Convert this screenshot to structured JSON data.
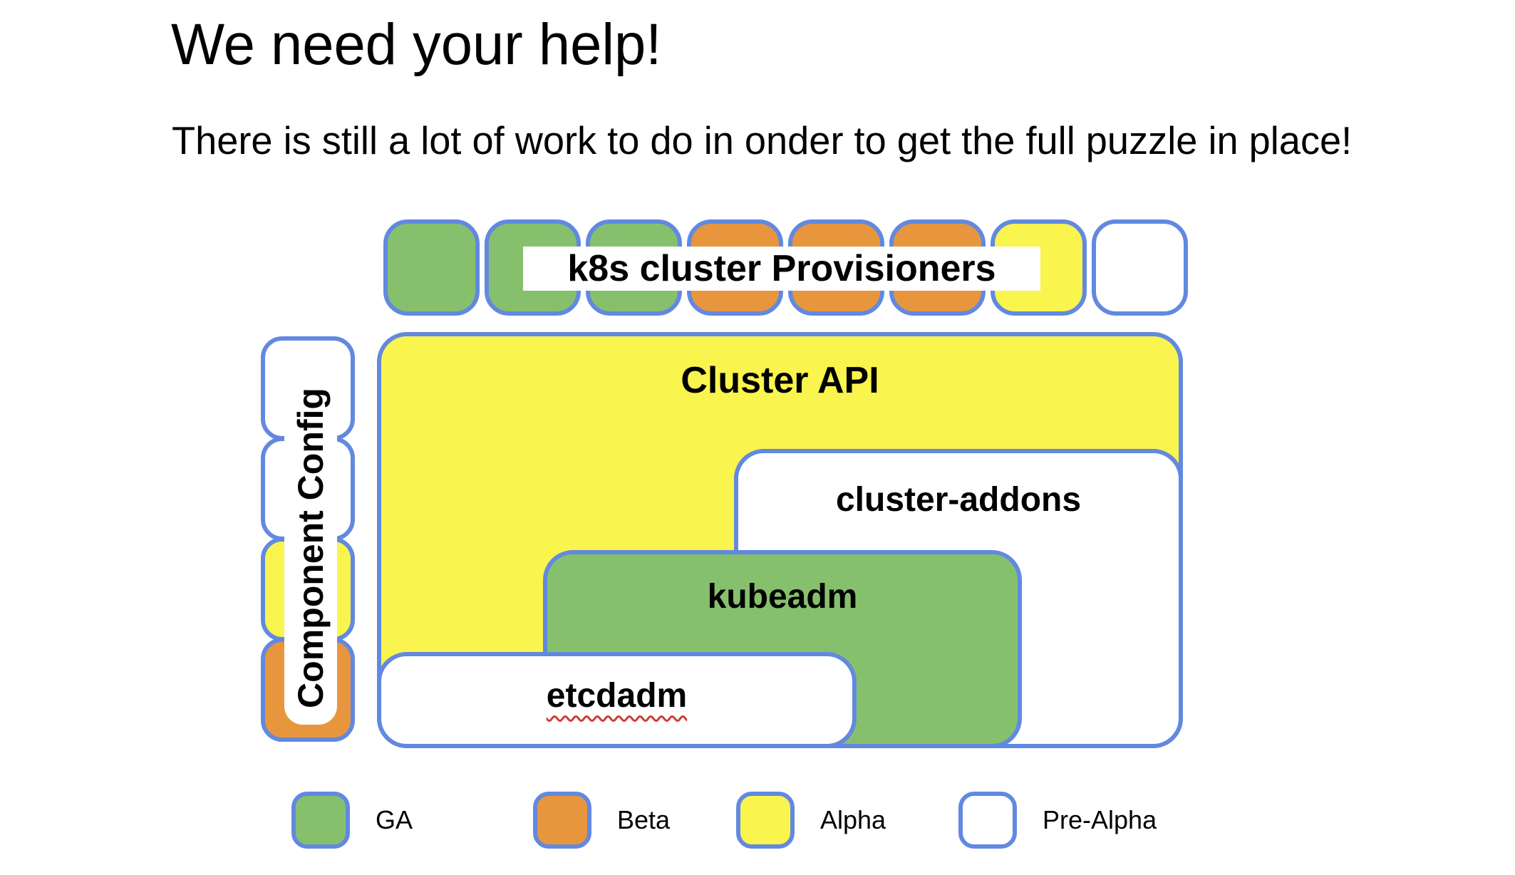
{
  "slide": {
    "title": "We need your help!",
    "subtitle": "There is still a lot of work to do in onder to get the full puzzle in place!"
  },
  "colors": {
    "ga": "#86c06d",
    "beta": "#e8963d",
    "alpha": "#faf44e",
    "pre_alpha": "#ffffff",
    "border_blue": "#6289e0",
    "spellcheck_red": "#d03d33",
    "text": "#000000"
  },
  "diagram": {
    "provisioners_label": "k8s cluster Provisioners",
    "provisioner_pieces": [
      "ga",
      "ga",
      "ga",
      "beta",
      "beta",
      "beta",
      "alpha",
      "pre_alpha"
    ],
    "component_config_label": "Component Config",
    "component_config_pieces": [
      "pre_alpha",
      "pre_alpha",
      "alpha",
      "beta"
    ],
    "blocks": [
      {
        "label": "Cluster API",
        "status": "alpha"
      },
      {
        "label": "cluster-addons",
        "status": "pre_alpha"
      },
      {
        "label": "kubeadm",
        "status": "ga"
      },
      {
        "label": "etcdadm",
        "status": "pre_alpha",
        "misspelled": true
      }
    ]
  },
  "legend": [
    {
      "label": "GA",
      "status": "ga"
    },
    {
      "label": "Beta",
      "status": "beta"
    },
    {
      "label": "Alpha",
      "status": "alpha"
    },
    {
      "label": "Pre-Alpha",
      "status": "pre_alpha"
    }
  ]
}
